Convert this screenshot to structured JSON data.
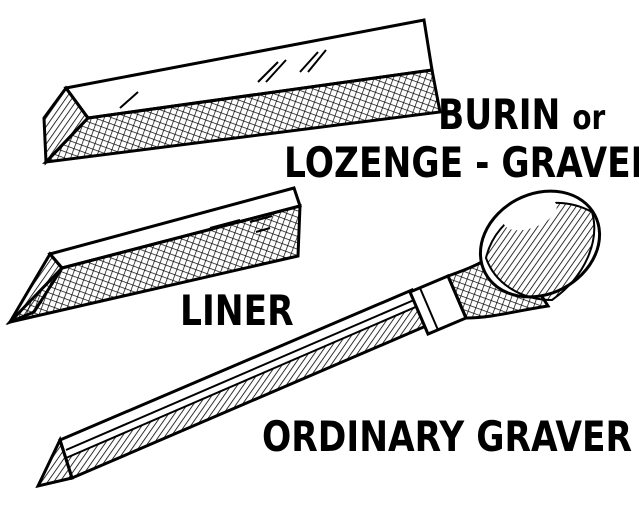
{
  "labels": {
    "burin_line1_word": "BURIN",
    "burin_line1_or": "or",
    "burin_line2": "LOZENGE - GRAVER",
    "liner": "LINER",
    "ordinary": "ORDINARY GRAVER"
  },
  "colors": {
    "ink": "#000000",
    "paper": "#ffffff"
  }
}
